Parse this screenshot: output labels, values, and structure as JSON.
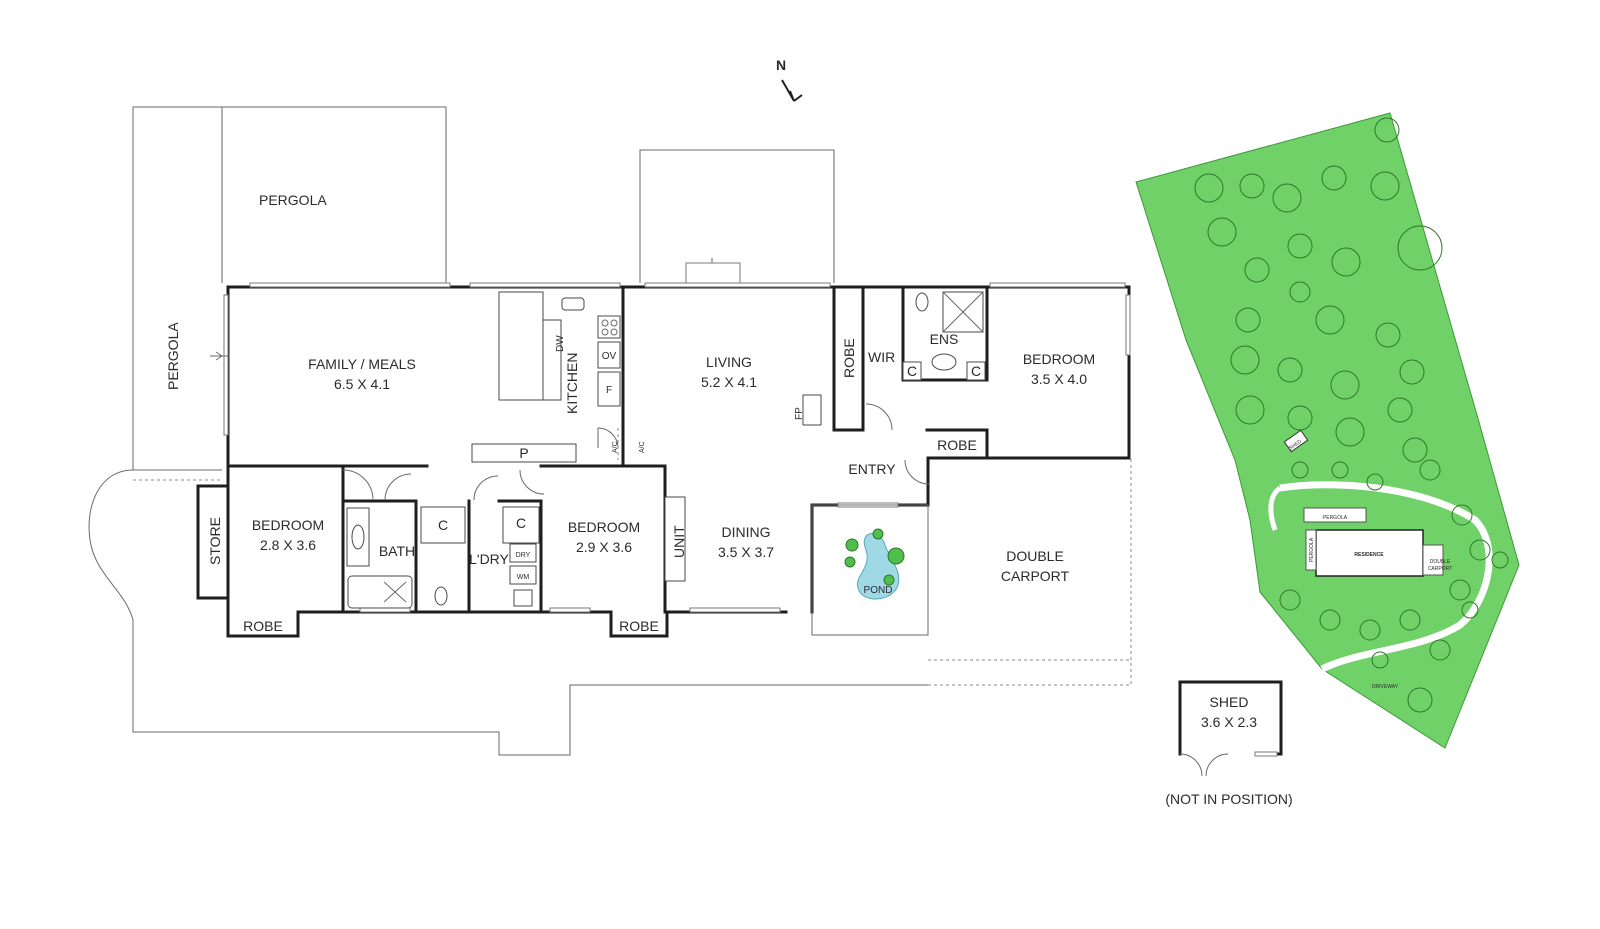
{
  "compass": {
    "letter": "N"
  },
  "rooms": {
    "pergola_top": "PERGOLA",
    "pergola_side": "PERGOLA",
    "family_meals": {
      "name": "FAMILY / MEALS",
      "size": "6.5 X 4.1"
    },
    "kitchen": "KITCHEN",
    "living": {
      "name": "LIVING",
      "size": "5.2 X 4.1"
    },
    "robe_vertical": "ROBE",
    "wir": "WIR",
    "ens": "ENS",
    "bedroom_master": {
      "name": "BEDROOM",
      "size": "3.5 X 4.0"
    },
    "robe_master": "ROBE",
    "entry": "ENTRY",
    "bedroom_west": {
      "name": "BEDROOM",
      "size": "2.8 X 3.6"
    },
    "store": "STORE",
    "bath": "BATH",
    "laundry": "L'DRY",
    "bedroom_mid": {
      "name": "BEDROOM",
      "size": "2.9 X 3.6"
    },
    "unit": "UNIT",
    "dining": {
      "name": "DINING",
      "size": "3.5 X 3.7"
    },
    "pond": "POND",
    "double_carport": {
      "line1": "DOUBLE",
      "line2": "CARPORT"
    },
    "robe_west": "ROBE",
    "robe_mid": "ROBE"
  },
  "fixtures": {
    "dw": "DW",
    "ov": "OV",
    "f": "F",
    "ac1": "A/C",
    "ac2": "A/C",
    "fp": "FP",
    "p": "P",
    "c_ens_left": "C",
    "c_ens_right": "C",
    "c_bath": "C",
    "c_laundry": "C",
    "dry": "DRY",
    "wm": "WM"
  },
  "shed": {
    "name": "SHED",
    "size": "3.6 X 2.3",
    "note": "(NOT IN POSITION)"
  },
  "site": {
    "shed": "SHED",
    "pergola": "PERGOLA",
    "pergola_side": "PERGOLA",
    "residence": "RESIDENCE",
    "carport_line1": "DOUBLE",
    "carport_line2": "CARPORT",
    "driveway": "DRIVEWAY"
  },
  "colors": {
    "site_green": "#6fd168",
    "pond_blue": "#9fd9e6",
    "wall": "#1e1e1e"
  }
}
